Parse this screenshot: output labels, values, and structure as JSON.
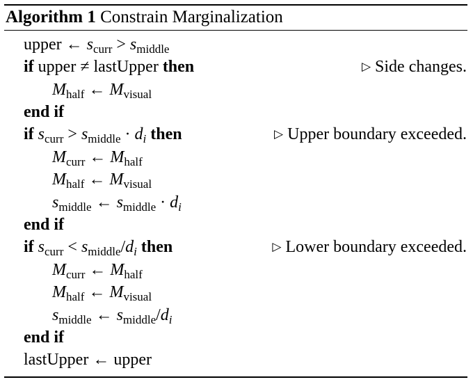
{
  "algorithm": {
    "label": "Algorithm 1",
    "title": "Constrain Marginalization"
  },
  "lines": [
    {
      "text": "upper ← s_curr > s_middle"
    },
    {
      "text": "if upper ≠ lastUpper then",
      "comment": "Side changes."
    },
    {
      "text": "M_half ← M_visual"
    },
    {
      "text": "end if"
    },
    {
      "text": "if s_curr > s_middle · d_i then",
      "comment": "Upper boundary exceeded."
    },
    {
      "text": "M_curr ← M_half"
    },
    {
      "text": "M_half ← M_visual"
    },
    {
      "text": "s_middle ← s_middle · d_i"
    },
    {
      "text": "end if"
    },
    {
      "text": "if s_curr < s_middle/d_i then",
      "comment": "Lower boundary exceeded."
    },
    {
      "text": "M_curr ← M_half"
    },
    {
      "text": "M_half ← M_visual"
    },
    {
      "text": "s_middle ← s_middle/d_i"
    },
    {
      "text": "end if"
    },
    {
      "text": "lastUpper ← upper"
    }
  ]
}
